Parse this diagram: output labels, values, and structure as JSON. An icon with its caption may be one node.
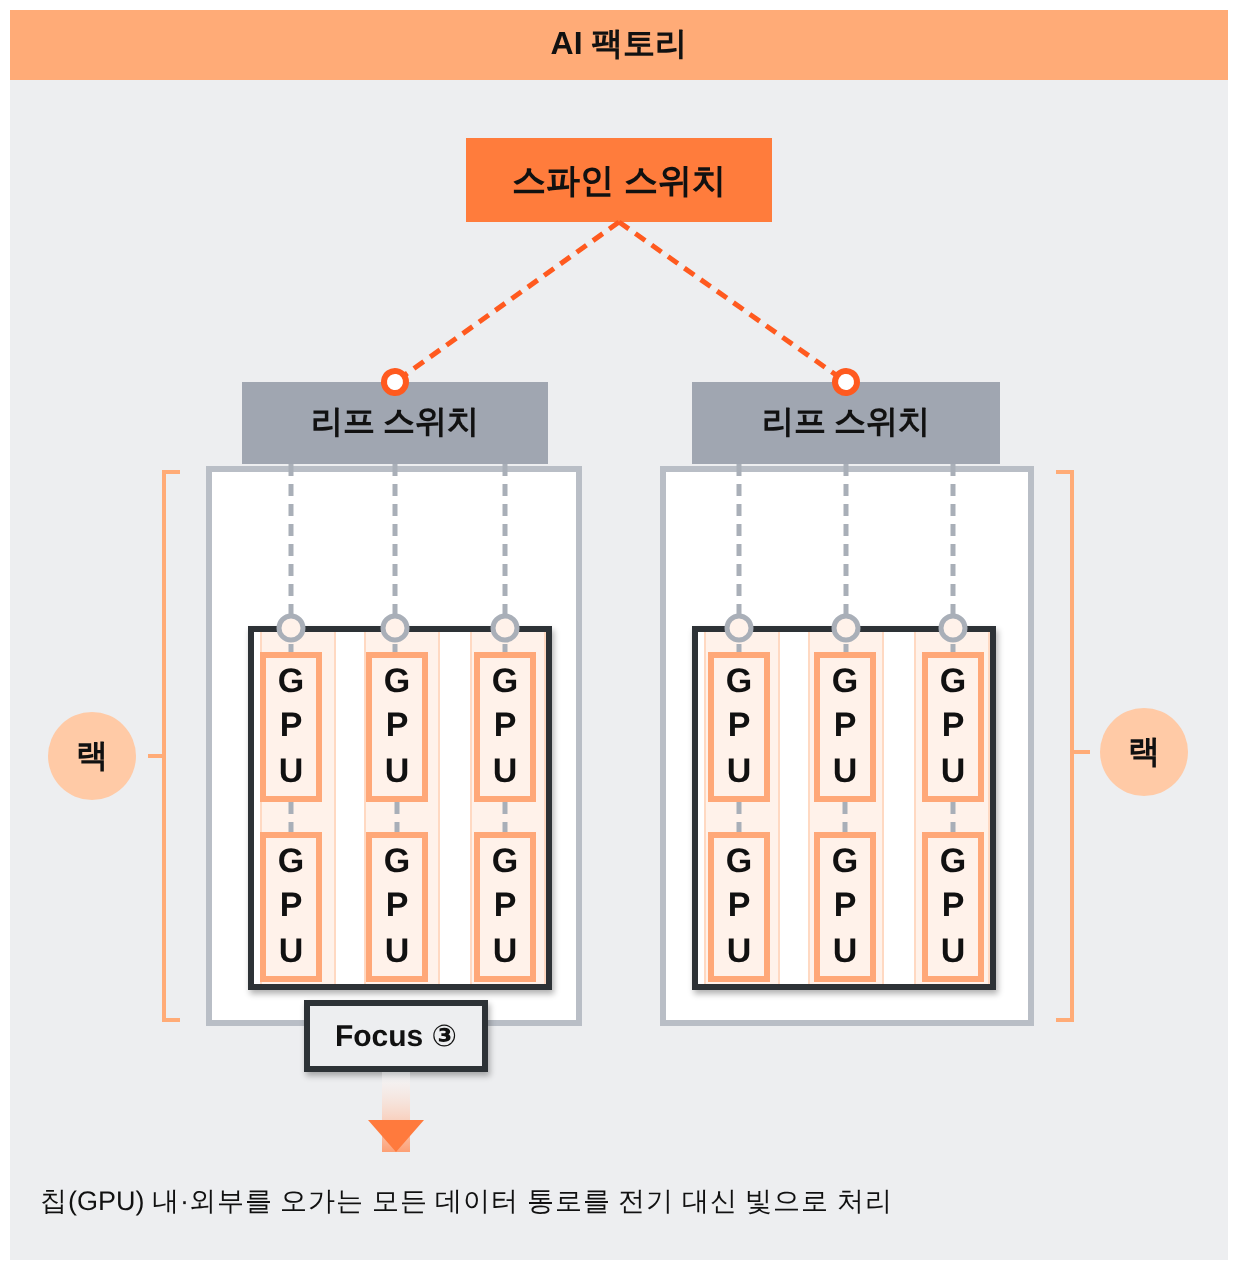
{
  "diagram": {
    "nodes": [
      {
        "text": [
          "AI 팩토리"
        ]
      },
      {
        "text": [
          "스파인 스위치"
        ],
        "in": 0
      },
      {
        "text": [
          "리프 스위치"
        ],
        "in": 0
      },
      {
        "text": [
          "리프 스위치"
        ],
        "in": 0
      },
      {
        "text": [],
        "shape": "box",
        "in": 0
      },
      {
        "text": [],
        "shape": "box",
        "in": 4
      },
      {
        "text": [
          "GPU"
        ],
        "in": 5
      },
      {
        "text": [
          "GPU"
        ],
        "in": 5
      },
      {
        "text": [
          "GPU"
        ],
        "in": 5
      },
      {
        "text": [
          "GPU"
        ],
        "in": 5
      },
      {
        "text": [
          "GPU"
        ],
        "in": 5
      },
      {
        "text": [
          "GPU"
        ],
        "in": 5
      },
      {
        "text": [
          "Focus ③"
        ],
        "in": 0
      },
      {
        "text": [],
        "shape": "box",
        "in": 0
      },
      {
        "text": [],
        "shape": "box",
        "in": 13
      },
      {
        "text": [
          "GPU"
        ],
        "in": 14
      },
      {
        "text": [
          "GPU"
        ],
        "in": 14
      },
      {
        "text": [
          "GPU"
        ],
        "in": 14
      },
      {
        "text": [
          "GPU"
        ],
        "in": 14
      },
      {
        "text": [
          "GPU"
        ],
        "in": 14
      },
      {
        "text": [
          "GPU"
        ],
        "in": 14
      },
      {
        "text": [
          "랙"
        ],
        "in": 0
      },
      {
        "text": [
          "랙"
        ],
        "in": 0
      },
      {
        "text": [
          "칩(GPU) 내·외부를 오가는 모든 데이터 통로를 전기 대신 빛으로 처리"
        ],
        "in": 0
      }
    ],
    "edges": [
      {
        "from": 1,
        "to": 2,
        "arrow": "other",
        "style": "dashed",
        "color": "#ff5a1f"
      },
      {
        "from": 1,
        "to": 3,
        "arrow": "other",
        "style": "dashed",
        "color": "#ff5a1f"
      },
      {
        "from": 2,
        "to": 6,
        "arrow": "other",
        "style": "dashed"
      },
      {
        "from": 2,
        "to": 7,
        "arrow": "other",
        "style": "dashed"
      },
      {
        "from": 2,
        "to": 8,
        "arrow": "other",
        "style": "dashed"
      },
      {
        "from": 3,
        "to": 15,
        "arrow": "other",
        "style": "dashed"
      },
      {
        "from": 3,
        "to": 16,
        "arrow": "other",
        "style": "dashed"
      },
      {
        "from": 3,
        "to": 17,
        "arrow": "other",
        "style": "dashed"
      },
      {
        "from": 6,
        "to": 9,
        "arrow": "none",
        "style": "dashed"
      },
      {
        "from": 7,
        "to": 10,
        "arrow": "none",
        "style": "dashed"
      },
      {
        "from": 8,
        "to": 11,
        "arrow": "none",
        "style": "dashed"
      },
      {
        "from": 15,
        "to": 18,
        "arrow": "none",
        "style": "dashed"
      },
      {
        "from": 16,
        "to": 19,
        "arrow": "none",
        "style": "dashed"
      },
      {
        "from": 17,
        "to": 20,
        "arrow": "none",
        "style": "dashed"
      },
      {
        "from": 12,
        "to": 23,
        "arrow": "to",
        "style": "thick",
        "color": "#ff7a3d"
      }
    ]
  }
}
